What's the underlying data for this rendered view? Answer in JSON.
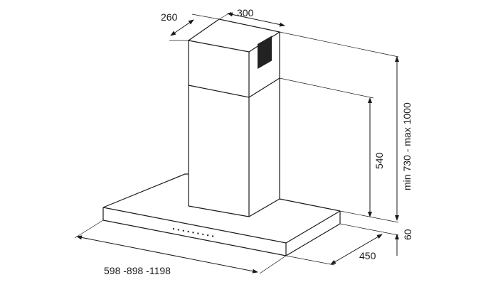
{
  "diagram": {
    "subject": "Chimney range hood technical drawing",
    "dimensions": {
      "chimney_depth": "260",
      "chimney_width": "300",
      "chimney_upper_height": "540",
      "total_height": "min 730 - max 1000",
      "canopy_height": "60",
      "canopy_depth": "450",
      "canopy_width": "598 -898 -1198"
    },
    "colors": {
      "line": "#1a1a1a",
      "background": "#ffffff"
    }
  }
}
